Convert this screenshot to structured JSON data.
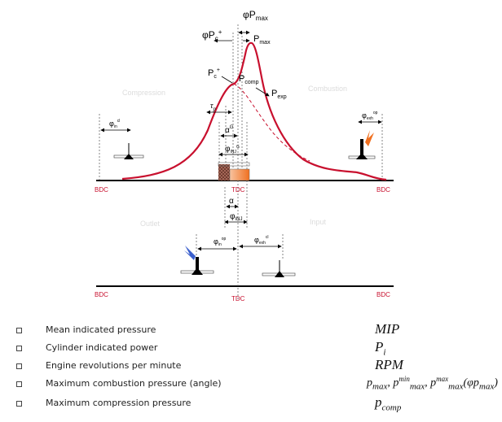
{
  "diagram": {
    "labels": {
      "phi_pmax": "φP",
      "phi_pmax_sub": "max",
      "phi_pc": "φP",
      "phi_pc_sub": "c",
      "phi_pc_sup": "+",
      "pmax": "P",
      "pmax_sub": "max",
      "pc": "P",
      "pc_sub": "c",
      "pc_sup": "+",
      "pcomp": "P",
      "pcomp_sub": "comp",
      "pexp": "P",
      "pexp_sub": "exp",
      "tau": "τ",
      "tau_sub": "p",
      "alpha_top": "α",
      "alpha_top_sup": "G",
      "phi_inj_top": "φ",
      "phi_inj_top_sub": "INJ",
      "phi_inj_top_sup": "G",
      "alpha_mid": "α",
      "phi_inj_mid": "φ",
      "phi_inj_mid_sub": "INJ",
      "phi_in_cl": "φ",
      "phi_in_cl_sub": "in",
      "phi_in_cl_sup": "cl",
      "phi_exh_op": "φ",
      "phi_exh_op_sub": "exh",
      "phi_exh_op_sup": "op",
      "phi_in_op": "φ",
      "phi_in_op_sub": "in",
      "phi_in_op_sup": "op",
      "phi_exh_cl": "φ",
      "phi_exh_cl_sub": "exh",
      "phi_exh_cl_sup": "cl",
      "compression": "Compression",
      "combustion": "Combustion",
      "outlet": "Outlet",
      "input": "Input",
      "bdc_left_top": "BDC",
      "bdc_right_top": "BDC",
      "tdc_top": "TDC",
      "bdc_left_bottom": "BDC",
      "bdc_right_bottom": "BDC",
      "tdc_bottom": "TDC"
    },
    "colors": {
      "curve": "#c8102e",
      "axis": "#000000",
      "inlet_flame": "#3a5fcd",
      "exhaust_flame": "#f07020",
      "injection_block": "#f07020"
    }
  },
  "parameters": [
    {
      "label": "Mean indicated pressure",
      "symbol": "MIP"
    },
    {
      "label": "Cylinder indicated power",
      "symbol": "P",
      "symbol_sub": "i"
    },
    {
      "label": "Engine revolutions per minute",
      "symbol": "RPM"
    },
    {
      "label": "Maximum combustion pressure (angle)",
      "symbol_a": "p",
      "symbol_a_sub": "max",
      "symbol_b": "p",
      "symbol_b_sub": "max",
      "symbol_b_sup": "min",
      "symbol_c": "p",
      "symbol_c_sub": "max",
      "symbol_c_sup": "max",
      "symbol_c_arg": "(φp",
      "symbol_c_arg_sub": "max",
      "symbol_c_close": ")"
    },
    {
      "label": "Maximum compression pressure",
      "symbol": "p",
      "symbol_sub": "comp"
    }
  ]
}
